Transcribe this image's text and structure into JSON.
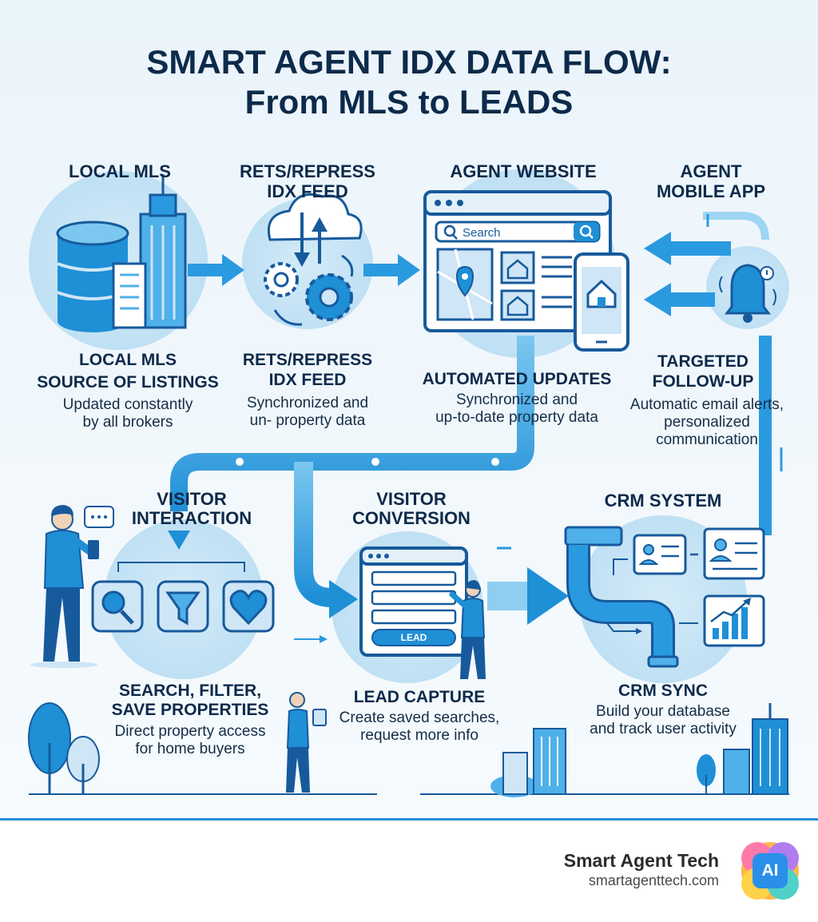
{
  "title": {
    "line1": "SMART AGENT IDX DATA FLOW:",
    "line2": "From MLS to LEADS"
  },
  "stages": {
    "local_mls": {
      "label": "LOCAL MLS",
      "heading": "LOCAL MLS",
      "subheading": "SOURCE OF LISTINGS",
      "desc_1": "Updated constantly",
      "desc_2": "by all brokers"
    },
    "idx_feed": {
      "label_1": "RETS/REPRESS",
      "label_2": "IDX FEED",
      "heading_1": "RETS/REPRESS",
      "heading_2": "IDX FEED",
      "desc_1": "Synchronized and",
      "desc_2": "un- property data"
    },
    "agent_website": {
      "label": "AGENT WEBSITE",
      "search_placeholder": "Search",
      "heading": "AUTOMATED UPDATES",
      "desc_1": "Synchronized and",
      "desc_2": "up-to-date property data"
    },
    "mobile_app": {
      "label_1": "AGENT",
      "label_2": "MOBILE APP",
      "heading_1": "TARGETED",
      "heading_2": "FOLLOW-UP",
      "desc_1": "Automatic email alerts,",
      "desc_2": "personalized",
      "desc_3": "communication"
    },
    "visitor_interaction": {
      "label_1": "VISITOR",
      "label_2": "INTERACTION",
      "heading_1": "SEARCH, FILTER,",
      "heading_2": "SAVE PROPERTIES",
      "desc_1": "Direct property access",
      "desc_2": "for home buyers"
    },
    "visitor_conversion": {
      "label_1": "VISITOR",
      "label_2": "CONVERSION",
      "form_button": "LEAD",
      "heading": "LEAD CAPTURE",
      "desc_1": "Create saved searches,",
      "desc_2": "request more info"
    },
    "crm_system": {
      "label": "CRM SYSTEM",
      "heading": "CRM SYNC",
      "desc_1": "Build your database",
      "desc_2": "and track user activity"
    }
  },
  "brand": {
    "name": "Smart Agent Tech",
    "url": "smartagenttech.com",
    "logo_text": "AI"
  },
  "colors": {
    "navy": "#0d2a4a",
    "primary_blue": "#1f8fd6",
    "light_blue": "#cfe6f6",
    "dark_blue": "#175a9c"
  },
  "icons": {
    "mls": "database-and-building-icon",
    "feed": "cloud-sync-gears-icon",
    "website": "browser-map-listings-icon",
    "mobile": "notification-bell-icon",
    "interaction": "search-filter-heart-icons",
    "conversion": "lead-form-icon",
    "crm": "pipe-contact-cards-chart-icon"
  }
}
